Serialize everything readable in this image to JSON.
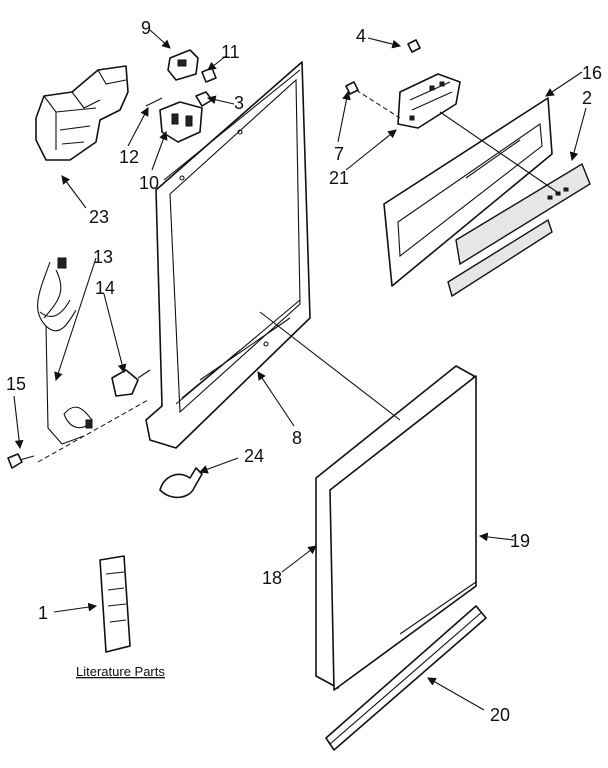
{
  "callouts": {
    "c1": "1",
    "c2": "2",
    "c3": "3",
    "c4": "4",
    "c7": "7",
    "c8": "8",
    "c9": "9",
    "c10": "10",
    "c11": "11",
    "c12": "12",
    "c13": "13",
    "c14": "14",
    "c15": "15",
    "c16": "16",
    "c18": "18",
    "c19": "19",
    "c20": "20",
    "c21": "21",
    "c23": "23",
    "c24": "24"
  },
  "literature_label": "Literature Parts"
}
